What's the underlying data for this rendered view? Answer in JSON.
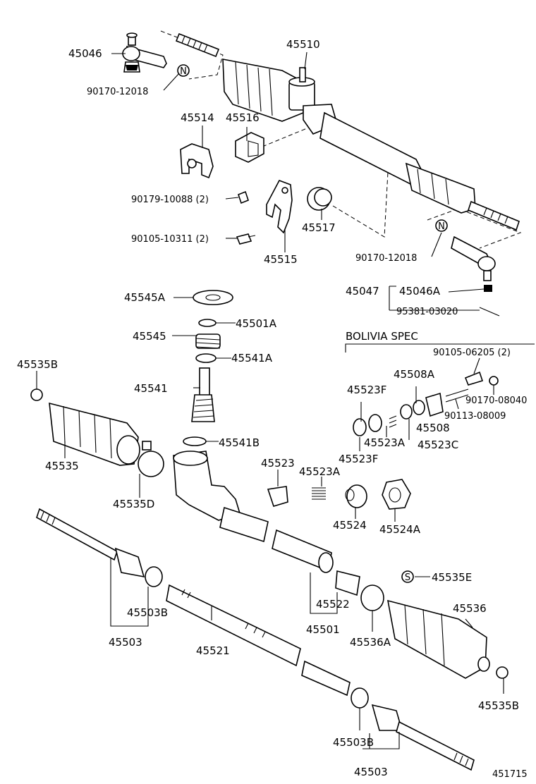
{
  "labels": {
    "l45046": "45046",
    "l90170a": "90170-12018",
    "l45510": "45510",
    "l45514": "45514",
    "l45516": "45516",
    "l90179": "90179-10088 (2)",
    "l90105a": "90105-10311 (2)",
    "l45515": "45515",
    "l45517": "45517",
    "l90170b": "90170-12018",
    "l45047": "45047",
    "l45046A": "45046A",
    "l95381": "95381-03020",
    "l45545A": "45545A",
    "l45501A": "45501A",
    "l45545": "45545",
    "l45541A": "45541A",
    "l45541": "45541",
    "l45541B": "45541B",
    "l45535B_top": "45535B",
    "l45535": "45535",
    "l45535D": "45535D",
    "l45523_center": "45523",
    "l45523A_center": "45523A",
    "l45524": "45524",
    "l45524A": "45524A",
    "bolivia": "BOLIVIA SPEC",
    "l90105b": "90105-06205 (2)",
    "l45508A": "45508A",
    "l45523F_top": "45523F",
    "l90170c": "90170-08040",
    "l90113": "90113-08009",
    "l45508": "45508",
    "l45523A_box": "45523A",
    "l45523C": "45523C",
    "l45523F_bot": "45523F",
    "l45503B_left": "45503B",
    "l45503_left": "45503",
    "l45521": "45521",
    "l45501": "45501",
    "l45522": "45522",
    "l45535E": "45535E",
    "l45536": "45536",
    "l45536A": "45536A",
    "l45535B_bot": "45535B",
    "l45503B_bot": "45503B",
    "l45503_bot": "45503",
    "figno": "451715"
  },
  "symbols": {
    "n_mark": "N",
    "s_mark": "S"
  }
}
